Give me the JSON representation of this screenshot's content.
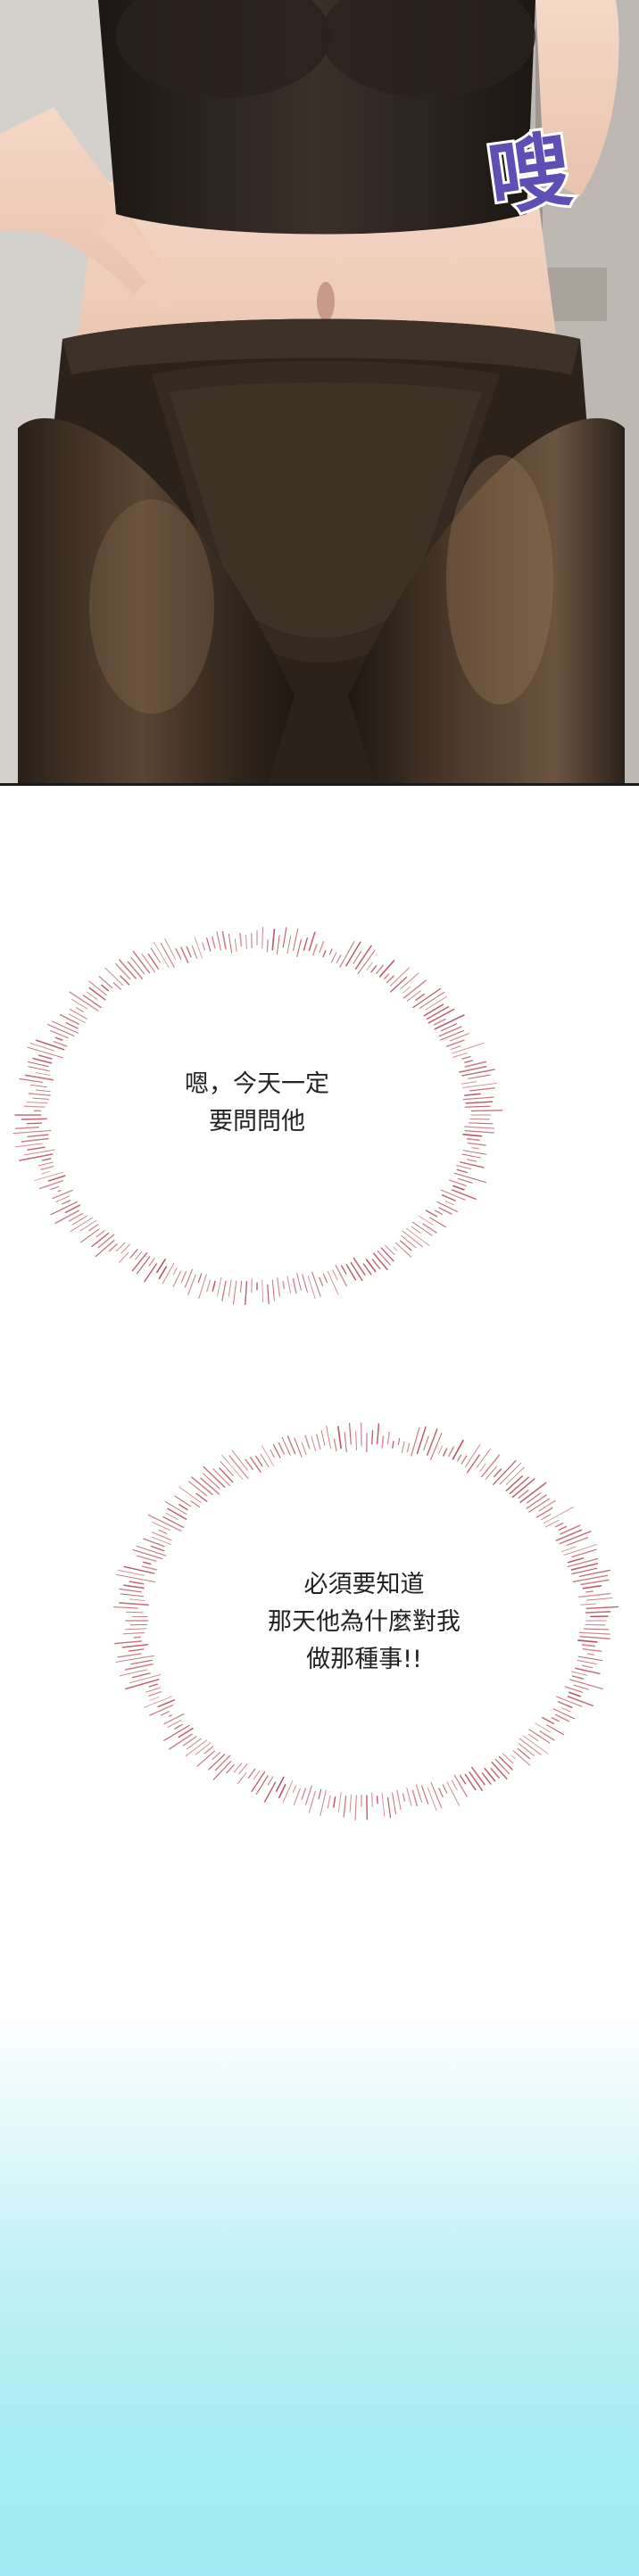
{
  "panel1": {
    "sfx": "嗖"
  },
  "bubble1": {
    "lines": [
      "嗯，今天一定",
      "要問問他"
    ]
  },
  "bubble2": {
    "lines": [
      "必須要知道",
      "那天他為什麼對我",
      "做那種事!!"
    ]
  },
  "colors": {
    "sfx": "#5f4fb5",
    "bubble_rays": "#b6485a",
    "sky_bottom": "#9feaf2"
  },
  "icons": {
    "figure": "illustrated-figure-icon"
  }
}
